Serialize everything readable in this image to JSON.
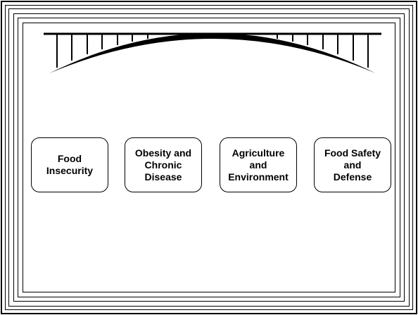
{
  "pillars": [
    {
      "label": "Food\nInsecurity"
    },
    {
      "label": "Obesity and\nChronic\nDisease"
    },
    {
      "label": "Agriculture\nand\nEnvironment"
    },
    {
      "label": "Food Safety\nand\nDefense"
    }
  ]
}
